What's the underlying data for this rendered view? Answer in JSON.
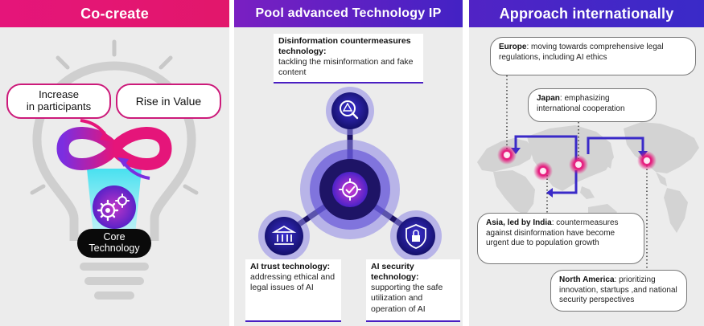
{
  "cocreate": {
    "header": "Co-create",
    "pill_left": "Increase\nin participants",
    "pill_right": "Rise in Value",
    "core": "Core\nTechnology"
  },
  "pool": {
    "header": "Pool advanced Technology IP",
    "disinfo_title": "Disinformation countermeasures technology:",
    "disinfo_body": "tackling the misinformation and fake content",
    "trust_title": "AI trust technology:",
    "trust_body": "addressing ethical and legal issues of AI",
    "security_title": "AI security technology:",
    "security_body": "supporting the safe utilization and operation of AI"
  },
  "approach": {
    "header": "Approach internationally",
    "europe_label": "Europe",
    "europe_text": ": moving towards comprehensive legal regulations, including AI ethics",
    "japan_label": "Japan",
    "japan_text": ": emphasizing international cooperation",
    "asia_label": "Asia, led by India",
    "asia_text": ": countermeasures against disinformation have become urgent due to population growth",
    "na_label": "North America",
    "na_text": ": prioritizing innovation, startups ,and national security perspectives"
  },
  "colors": {
    "magenta": "#e5157a",
    "purple": "#5a22c8",
    "indigo": "#3b24b8",
    "navy": "#1e1466"
  },
  "icons": [
    "lightbulb-icon",
    "infinity-arrows-icon",
    "gear-icon",
    "alert-magnifier-icon",
    "bank-icon",
    "shield-lock-icon",
    "check-gear-icon",
    "world-map-icon"
  ]
}
